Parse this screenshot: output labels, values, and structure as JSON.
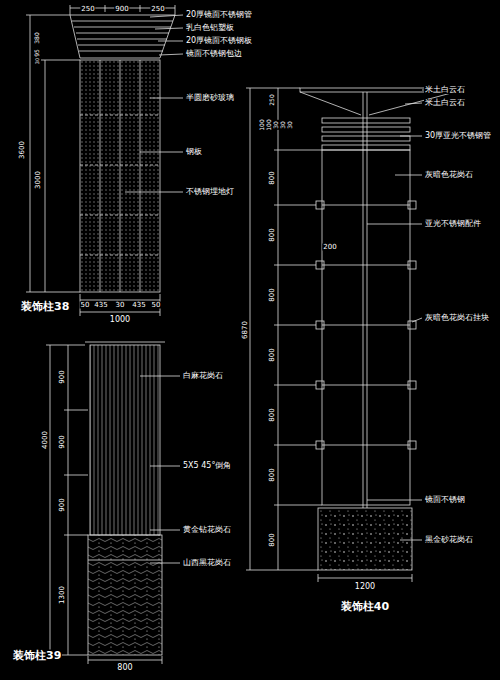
{
  "diagram": {
    "labels": [
      "250",
      "900",
      "250",
      "380",
      "95",
      "30",
      "3600",
      "3000",
      "20厚镜面不锈钢管",
      "乳白色铝塑板",
      "20厚镜面不锈钢板",
      "镜面不锈钢包边",
      "半圆磨砂玻璃",
      "钢板",
      "不锈钢埋地灯",
      "50",
      "435",
      "30",
      "435",
      "50",
      "1000",
      "装饰柱38",
      "900",
      "900",
      "900",
      "4000",
      "1300",
      "白麻花岗石",
      "5X5 45°倒角",
      "黄金钻花岗石",
      "山西黑花岗石",
      "800",
      "装饰柱39",
      "250",
      "100",
      "100",
      "30",
      "30",
      "30",
      "800",
      "800",
      "800",
      "800",
      "800",
      "800",
      "800",
      "6870",
      "200",
      "米土白云石",
      "米土白云石",
      "30厚亚光不锈钢管",
      "灰暗色花岗石",
      "亚光不锈钢配件",
      "灰暗色花岗石挂块",
      "镜面不锈钢",
      "黑金砂花岗石",
      "1200",
      "装饰柱40"
    ]
  }
}
